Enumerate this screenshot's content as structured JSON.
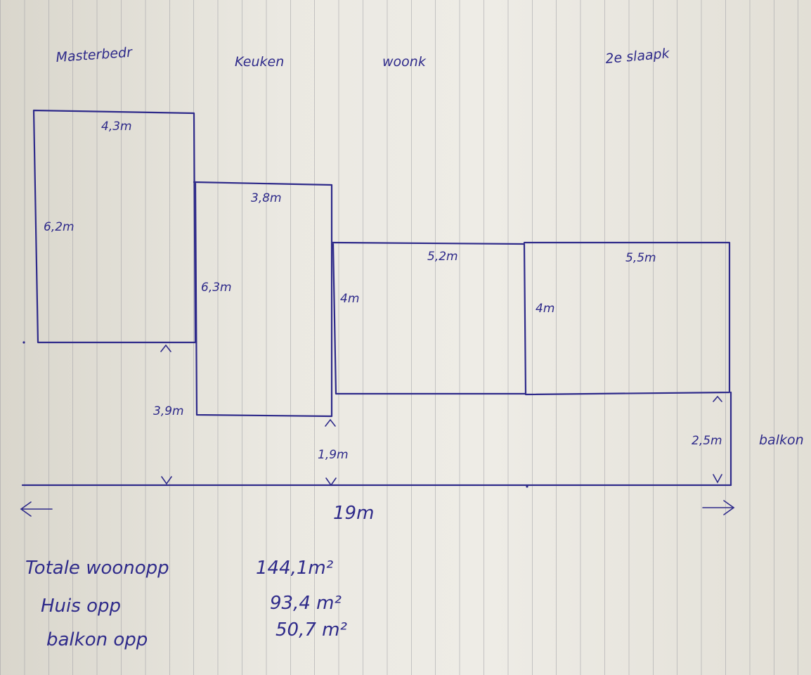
{
  "rooms": {
    "master_bedroom": "Masterbedr",
    "kitchen": "Keuken",
    "living_room": "woonk",
    "second_bedroom": "2e slaapk"
  },
  "dimensions": {
    "master_width": "4,3m",
    "master_depth": "6,2m",
    "kitchen_width": "3,8m",
    "kitchen_depth": "6,3m",
    "offset_left": "3,9m",
    "living_width": "5,2m",
    "living_depth": "4m",
    "offset_middle": "1,9m",
    "bedroom2_width": "5,5m",
    "bedroom2_depth": "4m",
    "balcony_depth": "2,5m",
    "total_length": "19m"
  },
  "balcony_label": "balkon",
  "summary": {
    "total_label": "Totale woonopp",
    "total_value": "144,1m²",
    "house_label": "Huis opp",
    "house_value": "93,4 m²",
    "balcony_label": "balkon opp",
    "balcony_value": "50,7 m²"
  },
  "colors": {
    "ink": "#2e2a8a",
    "paper": "#eceae3"
  }
}
